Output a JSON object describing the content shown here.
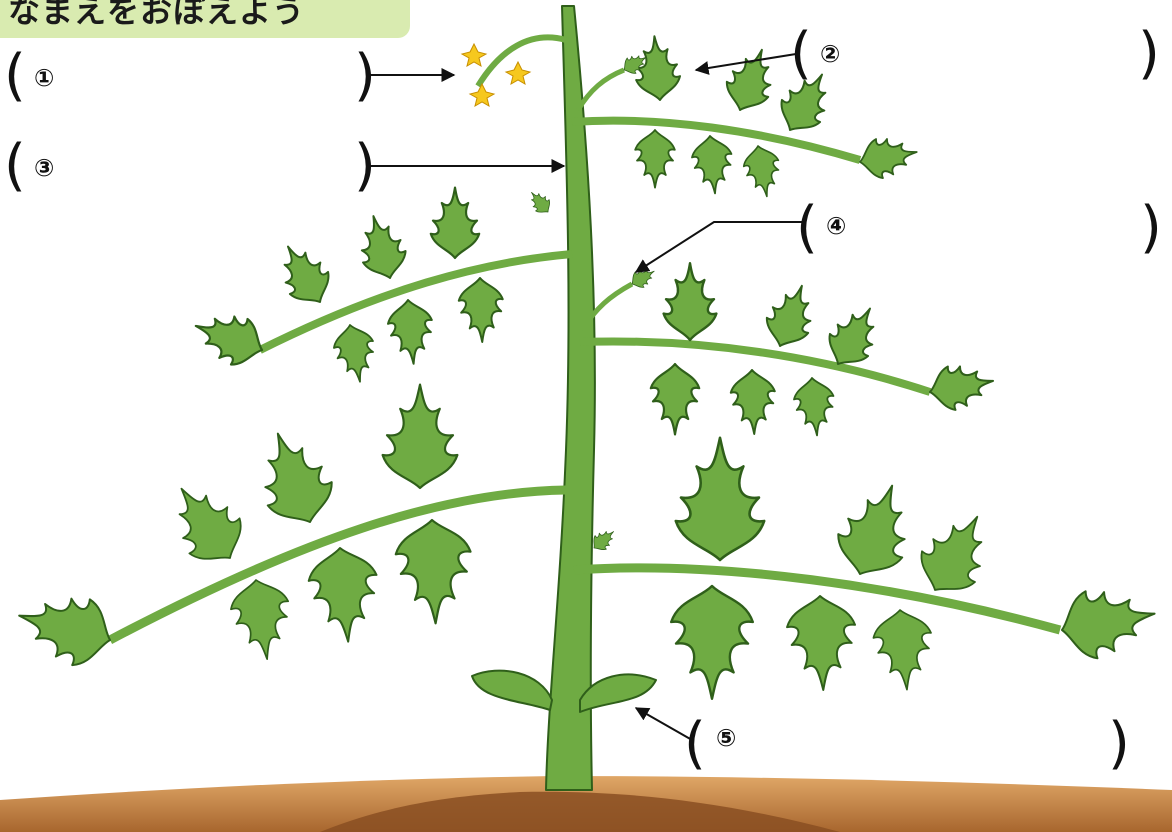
{
  "title": "なまえをおぼえよう",
  "labels": [
    {
      "id": "1",
      "mark": "①",
      "target": "flower"
    },
    {
      "id": "2",
      "mark": "②",
      "target": "leaf"
    },
    {
      "id": "3",
      "mark": "③",
      "target": "stem"
    },
    {
      "id": "4",
      "mark": "④",
      "target": "side-shoot"
    },
    {
      "id": "5",
      "mark": "⑤",
      "target": "cotyledon"
    }
  ],
  "colors": {
    "leaf": "#6fab43",
    "outline": "#2f5f1a",
    "flower": "#f6c81e",
    "soil": "#c98a4a",
    "soil_dark": "#8a4f22",
    "title_bg": "#d9ebb0"
  },
  "icons": [
    "plant-illustration",
    "arrow-icon"
  ]
}
